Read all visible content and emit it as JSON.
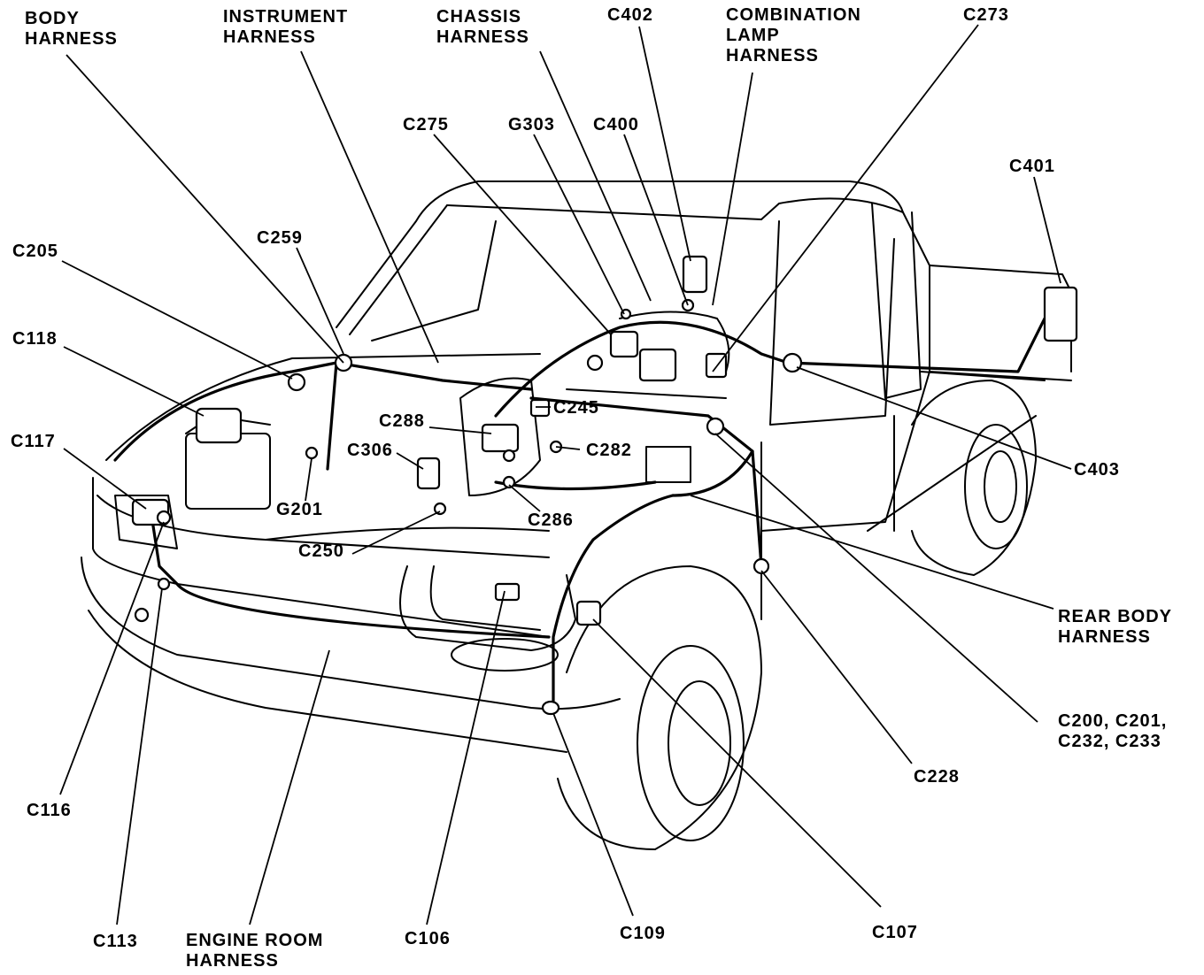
{
  "labels": {
    "body_harness": [
      "BODY",
      "HARNESS"
    ],
    "instrument_harness": [
      "INSTRUMENT",
      "HARNESS"
    ],
    "chassis_harness": [
      "CHASSIS",
      "HARNESS"
    ],
    "c402": "C402",
    "combination_lamp_harness": [
      "COMBINATION",
      "LAMP",
      "HARNESS"
    ],
    "c273": "C273",
    "c275": "C275",
    "g303": "G303",
    "c400": "C400",
    "c401": "C401",
    "c259": "C259",
    "c205": "C205",
    "c118": "C118",
    "c117": "C117",
    "c288": "C288",
    "c245": "C245",
    "c282": "C282",
    "c306": "C306",
    "g201": "G201",
    "c286": "C286",
    "c250": "C250",
    "c403": "C403",
    "rear_body_harness": [
      "REAR BODY",
      "HARNESS"
    ],
    "c200_group": [
      "C200, C201,",
      "C232, C233"
    ],
    "c228": "C228",
    "c116": "C116",
    "c113": "C113",
    "engine_room_harness": [
      "ENGINE ROOM",
      "HARNESS"
    ],
    "c106": "C106",
    "c109": "C109",
    "c107": "C107"
  }
}
